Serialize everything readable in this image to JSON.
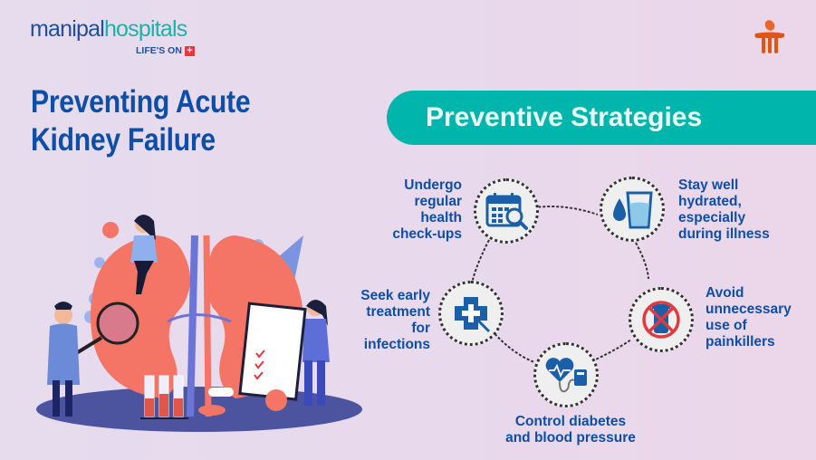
{
  "brand": {
    "name_part1": "manipal",
    "name_part2": "hospitals",
    "tagline": "LIFE'S ON",
    "tagline_icon": "plus-icon",
    "corner_logo_icon": "orange-figure-logo-icon"
  },
  "header": {
    "title_line1": "Preventing Acute",
    "title_line2": "Kidney Failure"
  },
  "section": {
    "title": "Preventive Strategies",
    "banner_color": "#00b5ac"
  },
  "strategies": [
    {
      "text": "Undergo regular health check-ups",
      "lines": [
        "Undergo",
        "regular",
        "health",
        "check-ups"
      ],
      "icon": "calendar-search-icon"
    },
    {
      "text": "Stay well hydrated, especially during illness",
      "lines": [
        "Stay well",
        "hydrated,",
        "especially",
        "during illness"
      ],
      "icon": "water-glass-icon"
    },
    {
      "text": "Avoid unnecessary use of painkillers",
      "lines": [
        "Avoid",
        "unnecessary",
        "use of",
        "painkillers"
      ],
      "icon": "no-pills-icon"
    },
    {
      "text": "Control diabetes and blood pressure",
      "lines": [
        "Control diabetes",
        "and blood pressure"
      ],
      "icon": "heart-bp-monitor-icon"
    },
    {
      "text": "Seek early treatment for infections",
      "lines": [
        "Seek early",
        "treatment",
        "for",
        "infections"
      ],
      "icon": "medical-cross-icon"
    }
  ],
  "colors": {
    "primary_blue": "#0d4ea6",
    "teal": "#00b5ac",
    "kidney": "#f47566",
    "accent_red": "#e03a3e"
  }
}
